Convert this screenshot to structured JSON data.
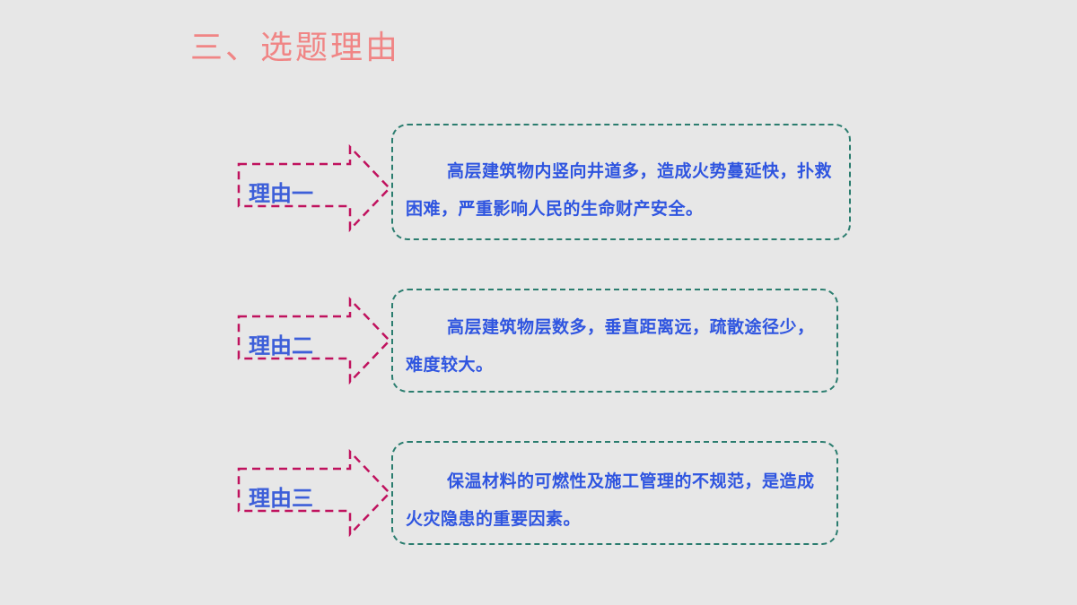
{
  "title": "三、选题理由",
  "reasons": [
    {
      "label": "理由一",
      "text": "高层建筑物内竖向井道多，造成火势蔓延快，扑救困难，严重影响人民的生命财产安全。"
    },
    {
      "label": "理由二",
      "text": "高层建筑物层数多，垂直距离远，疏散途径少，难度较大。"
    },
    {
      "label": "理由三",
      "text": "保温材料的可燃性及施工管理的不规范，是造成火灾隐患的重要因素。"
    }
  ],
  "colors": {
    "background": "#e7e7e7",
    "title": "#f08585",
    "arrow": "#c0125e",
    "box_border": "#2b7d6f",
    "text": "#2f55e0",
    "label": "#3d5fd9"
  }
}
